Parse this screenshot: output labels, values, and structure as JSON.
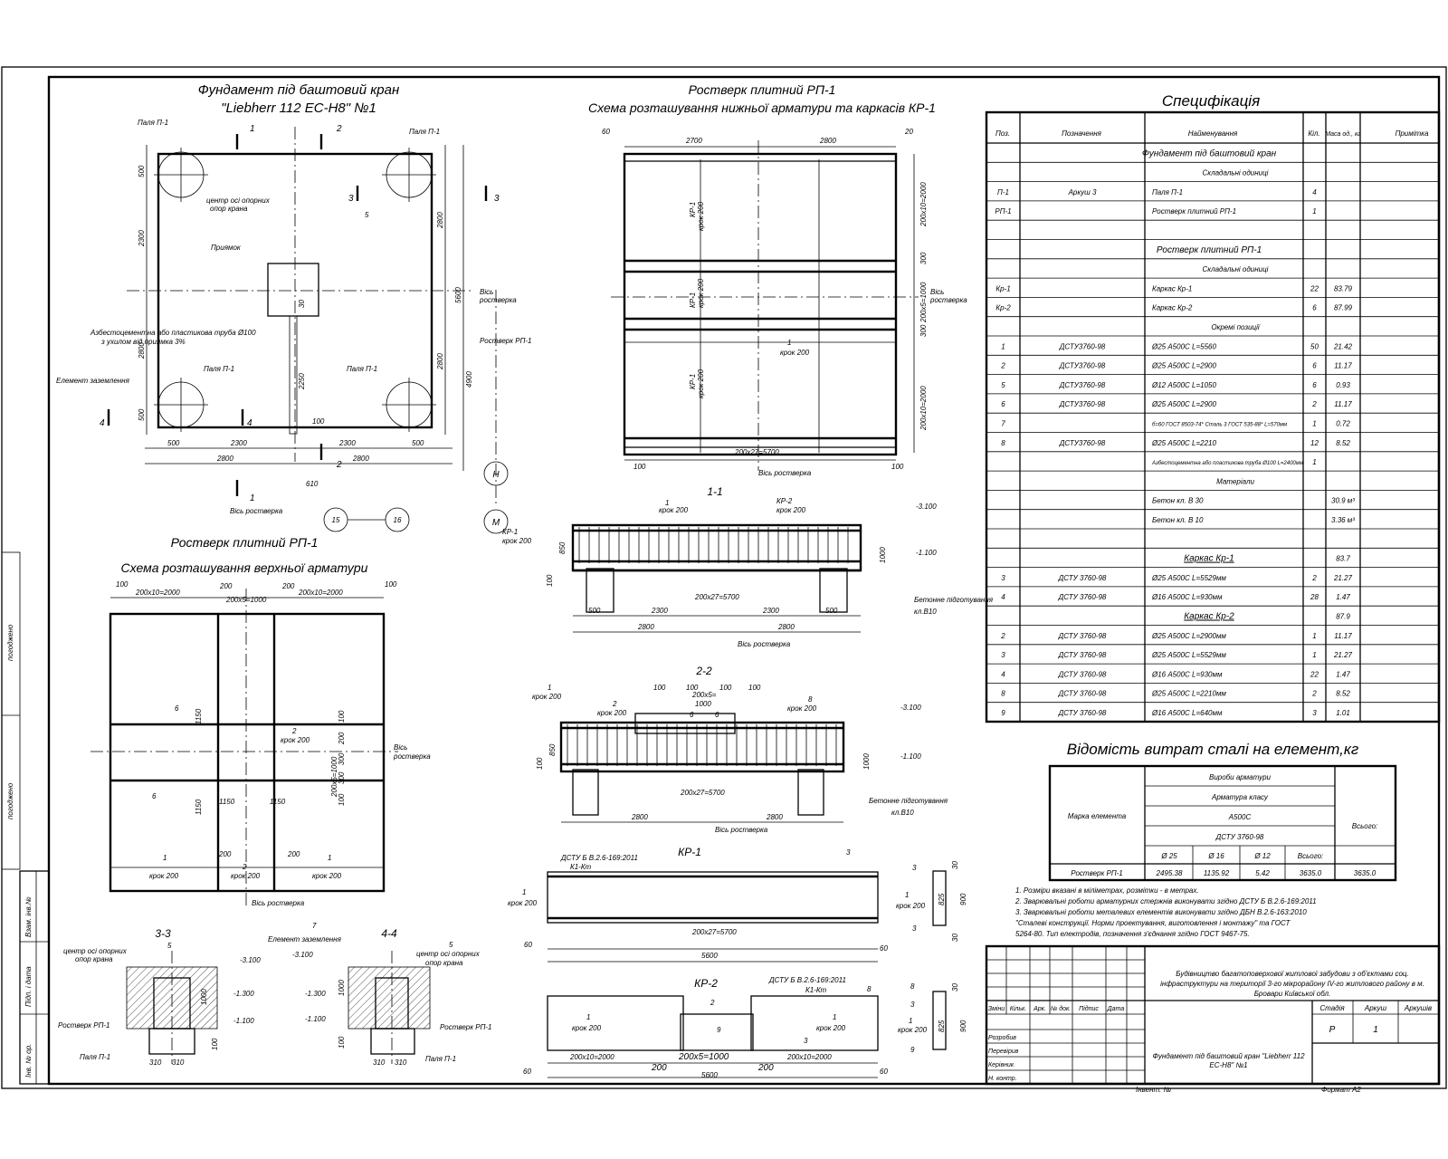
{
  "plan1": {
    "title1": "Фундамент під баштовий кран",
    "title2": "\"Liebherr 112 EC-H8\" №1",
    "labels": {
      "pile1": "Паля П-1",
      "pile2": "Паля П-1",
      "pile3": "Паля П-1",
      "pile4": "Паля П-1",
      "center": "центр осі опорних",
      "center2": "опор крана",
      "pit": "Приямок",
      "pipe1": "Азбестоцементна або пластикова труба Ø100",
      "pipe2": "з ухилом від приямка 3%",
      "ground": "Елемент заземлення",
      "grillage": "Ростверк РП-1",
      "axis1": "Вісь",
      "axis2": "ростверка",
      "axisB": "Вісь ростверка"
    },
    "dims": {
      "d500a": "500",
      "d2300a": "2300",
      "d500b": "500",
      "d2800a": "2800",
      "d2800b": "2800",
      "d500c": "500",
      "d500d": "500",
      "d2300v": "2300",
      "d2300v2": "2300",
      "d2800v": "2800",
      "d2800v2": "2800",
      "d5600": "5600",
      "d4900": "4900",
      "d100": "100",
      "d2250": "2250",
      "d30": "30",
      "d610": "610",
      "c1": "1",
      "c2": "2",
      "c3": "3",
      "c4": "4",
      "n5": "5"
    },
    "axes": {
      "H": "Н",
      "M": "М",
      "a15": "15",
      "a16": "16"
    }
  },
  "plan2": {
    "title1": "Ростверк плитний РП-1",
    "title2": "Схема розташування нижньої арматури та каркасів КР-1",
    "dims": {
      "d2700": "2700",
      "d2800": "2800",
      "d20": "20",
      "d60": "60",
      "d100": "100",
      "vTop": "200х10=2000",
      "vMid": "200х5=1000",
      "vBot": "200х10=2000",
      "d300": "300",
      "d300b": "300",
      "bottom": "200х27=5700",
      "kr": "КР-1",
      "step": "крок 200",
      "n1": "1"
    },
    "axisBottom": "Вісь ростверка",
    "axisRight1": "Вісь",
    "axisRight2": "ростверка"
  },
  "plan3": {
    "title1": "Ростверк плитний РП-1",
    "title2": "Схема розташування верхньої арматури",
    "dims": {
      "top1": "200х10=2000",
      "top2": "200",
      "top3": "200х5=1000",
      "top4": "200",
      "top5": "200х10=2000",
      "d100a": "100",
      "d100b": "100",
      "d1150a": "1150",
      "d1150b": "1150",
      "v1": "100",
      "v2": "200",
      "v3": "300",
      "v4": "200х5=1000",
      "v5": "300",
      "v6": "100",
      "d200a": "200",
      "d200b": "200"
    },
    "labels": {
      "n6a": "6",
      "n6b": "6",
      "n1a": "1",
      "n1b": "1",
      "n2a": "2",
      "n2b": "2",
      "step": "крок 200",
      "axis1": "Вісь",
      "axis2": "ростверка",
      "axisB": "Вісь ростверка"
    }
  },
  "section11": {
    "title": "1-1",
    "labels": {
      "kr1": "КР-1",
      "step": "крок 200",
      "n1": "1",
      "kr2": "КР-2",
      "kr2s": "крок 200",
      "bed": "Бетонне підготування",
      "bed2": "кл.В10",
      "elev1": "-3.100",
      "elev2": "-1.100",
      "d100": "100",
      "d850": "850",
      "d1000": "1000",
      "bot": "200х27=5700",
      "d500a": "500",
      "d2300a": "2300",
      "d2300b": "2300",
      "d500b": "500",
      "d2800a": "2800",
      "d2800b": "2800",
      "axis": "Вісь ростверка"
    }
  },
  "section22": {
    "title": "2-2",
    "labels": {
      "n1": "1",
      "step": "крок 200",
      "n2": "2",
      "step2": "крок 200",
      "n6a": "6",
      "n6b": "6",
      "n8": "8",
      "step3": "крок 200",
      "top": "200х5=",
      "top2": "1000",
      "d100a": "100",
      "d100b": "100",
      "d100c": "100",
      "d100d": "100",
      "elev1": "-3.100",
      "elev2": "-1.100",
      "d1000": "1000",
      "d850": "850",
      "d100": "100",
      "bot": "200х27=5700",
      "d2800a": "2800",
      "d2800b": "2800",
      "axis": "Вісь ростверка",
      "bed": "Бетонне підготування",
      "bed2": "кл.В10"
    }
  },
  "section33": {
    "title": "3-3",
    "labels": {
      "n5": "5",
      "center": "центр осі опорних",
      "center2": "опор крана",
      "elev1": "-3.100",
      "elev2": "-1.300",
      "elev3": "-1.100",
      "d1000": "1000",
      "d100": "100",
      "grill": "Ростверк РП-1",
      "pile": "Паля П-1",
      "d310a": "310",
      "d310b": "310"
    }
  },
  "section44": {
    "title": "4-4",
    "labels": {
      "n7": "7",
      "ground": "Елемент заземлення",
      "n5": "5",
      "center": "центр осі опорних",
      "center2": "опор крана",
      "elev1": "-3.100",
      "elev2": "-1.300",
      "elev3": "-1.100",
      "d1000": "1000",
      "d100": "100",
      "grill": "Ростверк РП-1",
      "pile": "Паля П-1",
      "d310a": "310",
      "d310b": "310"
    }
  },
  "kr1": {
    "title": "КР-1",
    "labels": {
      "std": "ДСТУ Б В.2.6-169:2011",
      "k": "К1-Кm",
      "n3": "3",
      "n1": "1",
      "step": "крок 200",
      "dim": "200х27=5700",
      "d60": "60",
      "d5600": "5600",
      "s1": "1",
      "s2": "крок 200",
      "s3": "3",
      "s4": "3",
      "s5": "30",
      "s6": "30",
      "s7": "825",
      "s8": "900"
    }
  },
  "kr2": {
    "title": "КР-2",
    "labels": {
      "std": "ДСТУ Б В.2.6-169:2011",
      "k": "К1-Кm",
      "n2": "2",
      "n8": "8",
      "n3": "3",
      "n9": "9",
      "n1": "1",
      "step": "крок 200",
      "n1b": "1",
      "stepb": "крок 200",
      "d1": "200х10=2000",
      "d2": "200",
      "d3": "200х5=1000",
      "d4": "200",
      "d5": "200х10=2000",
      "d60": "60",
      "d5600": "5600",
      "s8": "8",
      "s3": "3",
      "s1": "1",
      "s2": "крок 200",
      "s9": "9",
      "s825": "825",
      "s900": "900",
      "s30": "30"
    }
  },
  "spec": {
    "title": "Специфікація",
    "headers": [
      "Поз.",
      "Позначення",
      "Найменування",
      "Кіл.",
      "Маса од., кг",
      "Примітка"
    ],
    "rows": [
      [
        "",
        "",
        "Фундамент під баштовий кран",
        "",
        "",
        "",
        "section"
      ],
      [
        "",
        "",
        "Складальні одиниці",
        "",
        "",
        "",
        "sub"
      ],
      [
        "П-1",
        "Аркуш 3",
        "Паля П-1",
        "4",
        "",
        "",
        ""
      ],
      [
        "РП-1",
        "",
        "Ростверк плитний РП-1",
        "1",
        "",
        "",
        ""
      ],
      [
        "",
        "",
        "",
        "",
        "",
        "",
        ""
      ],
      [
        "",
        "",
        "Ростверк плитний РП-1",
        "",
        "",
        "",
        "section"
      ],
      [
        "",
        "",
        "Складальні одиниці",
        "",
        "",
        "",
        "sub"
      ],
      [
        "Кр-1",
        "",
        "Каркас Кр-1",
        "22",
        "83.79",
        "",
        ""
      ],
      [
        "Кр-2",
        "",
        "Каркас Кр-2",
        "6",
        "87.99",
        "",
        ""
      ],
      [
        "",
        "",
        "Окремі позиції",
        "",
        "",
        "",
        "sub"
      ],
      [
        "1",
        "ДСТУ3760-98",
        "Ø25 А500С   L=5560",
        "50",
        "21.42",
        "",
        ""
      ],
      [
        "2",
        "ДСТУ3760-98",
        "Ø25 А500С   L=2900",
        "6",
        "11.17",
        "",
        ""
      ],
      [
        "5",
        "ДСТУ3760-98",
        "Ø12 А500С   L=1050",
        "6",
        "0.93",
        "",
        ""
      ],
      [
        "6",
        "ДСТУ3760-98",
        "Ø25 А500С   L=2900",
        "2",
        "11.17",
        "",
        ""
      ],
      [
        "7",
        "",
        "б=60 ГОСТ 8503-74* Сталь 3 ГОСТ 535-88*   L=570мм",
        "1",
        "0.72",
        "",
        ""
      ],
      [
        "8",
        "ДСТУ3760-98",
        "Ø25 А500С   L=2210",
        "12",
        "8.52",
        "",
        ""
      ],
      [
        "",
        "",
        "Азбестоцементна або пластикова труба Ø100   L=2400мм",
        "1",
        "",
        "",
        ""
      ],
      [
        "",
        "",
        "Матеріали",
        "",
        "",
        "",
        "sub"
      ],
      [
        "",
        "",
        "Бетон кл. В 30",
        "",
        "30.9 м³",
        "",
        ""
      ],
      [
        "",
        "",
        "Бетон кл. В 10",
        "",
        "3.36 м³",
        "",
        ""
      ],
      [
        "",
        "",
        "",
        "",
        "",
        "",
        ""
      ],
      [
        "",
        "",
        "Каркас Кр-1",
        "",
        "83.7",
        "",
        "sectionU"
      ],
      [
        "3",
        "ДСТУ 3760-98",
        "Ø25 А500С   L=5529мм",
        "2",
        "21.27",
        "",
        ""
      ],
      [
        "4",
        "ДСТУ 3760-98",
        "Ø16 А500С   L=930мм",
        "28",
        "1.47",
        "",
        ""
      ],
      [
        "",
        "",
        "Каркас Кр-2",
        "",
        "87.9",
        "",
        "sectionU"
      ],
      [
        "2",
        "ДСТУ 3760-98",
        "Ø25 А500С   L=2900мм",
        "1",
        "11.17",
        "",
        ""
      ],
      [
        "3",
        "ДСТУ 3760-98",
        "Ø25 А500С   L=5529мм",
        "1",
        "21.27",
        "",
        ""
      ],
      [
        "4",
        "ДСТУ 3760-98",
        "Ø16 А500С   L=930мм",
        "22",
        "1.47",
        "",
        ""
      ],
      [
        "8",
        "ДСТУ 3760-98",
        "Ø25 А500С   L=2210мм",
        "2",
        "8.52",
        "",
        ""
      ],
      [
        "9",
        "ДСТУ 3760-98",
        "Ø16 А500С   L=640мм",
        "3",
        "1.01",
        "",
        ""
      ]
    ]
  },
  "steel": {
    "title": "Відомість витрат сталі на елемент,кг",
    "h1": "Вироби арматури",
    "h2": "Арматура класу",
    "h3": "А500С",
    "h4": "ДСТУ 3760-98",
    "mark": "Марка елемента",
    "total": "Всього:",
    "grand": "Всього:",
    "cols": [
      "Ø 25",
      "Ø 16",
      "Ø 12"
    ],
    "row": [
      "Ростверк  РП-1",
      "2495.38",
      "1135.92",
      "5.42",
      "3635.0",
      "3635.0"
    ]
  },
  "notes": [
    "1.   Розміри вказані в міліметрах, розмітки - в метрах.",
    "2.   Зварювальні роботи арматурних стержнів виконувати згідно ДСТУ Б В.2.6-169:2011",
    "3.   Зварювальні роботи металевих елементів виконувати згідно ДБН В.2.6-163:2010",
    "      \"Сталеві конструкції. Норми проектування, виготовлення і монтажу\" та ГОСТ",
    "      5264-80. Тип електродів, позначення з'єднання згідно ГОСТ 9467-75."
  ],
  "stamp": {
    "project": "Будівництво багатоповерхової житлової забудови з об'єктами соц. інфраструктури на території 3-го мікрорайону IV-го житлового району в м. Бровари Київської обл.",
    "sheet_title": "Фундамент під баштовий кран \"Liebherr 112 EC-H8\" №1",
    "cols": [
      "Зміни",
      "Кільк.",
      "Арк.",
      "№ док.",
      "Підпис",
      "Дата"
    ],
    "roles": [
      "Розробив",
      "Перевірив",
      "Керівник",
      "Н. контр."
    ],
    "stage_h": [
      "Стадія",
      "Аркуш",
      "Аркушів"
    ],
    "stage": [
      "Р",
      "1",
      ""
    ],
    "inv": "Інвент. №",
    "format": "Формат А2"
  },
  "side": {
    "a": "погоджено",
    "b": "погоджено",
    "c": "Взам. інв.№",
    "d": "Підп. і дата",
    "e": "Інв. № ор."
  }
}
